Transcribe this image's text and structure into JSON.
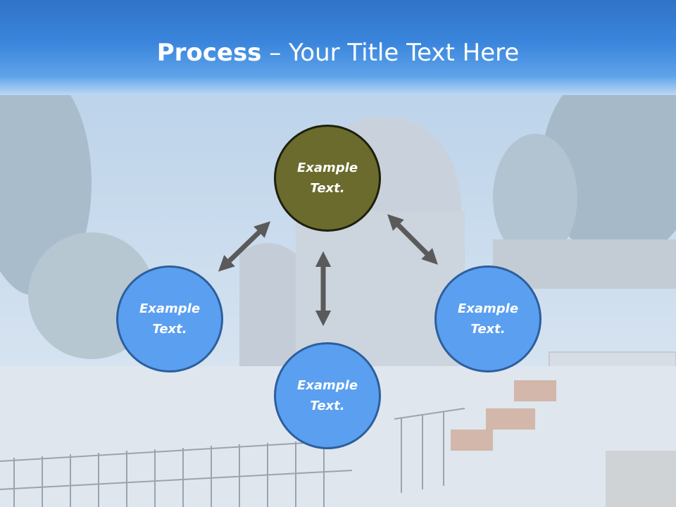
{
  "slide": {
    "title_bold": "Process",
    "title_rest": " – Your Title Text Here"
  },
  "nodes": {
    "top": {
      "label": "Example Text."
    },
    "left": {
      "label": "Example Text."
    },
    "right": {
      "label": "Example Text."
    },
    "bottom": {
      "label": "Example Text."
    }
  },
  "colors": {
    "header_blue": "#3a86dc",
    "node_blue": "#5b9ff0",
    "node_olive": "#6b6b2e",
    "arrow_gray": "#5a5a5a"
  }
}
